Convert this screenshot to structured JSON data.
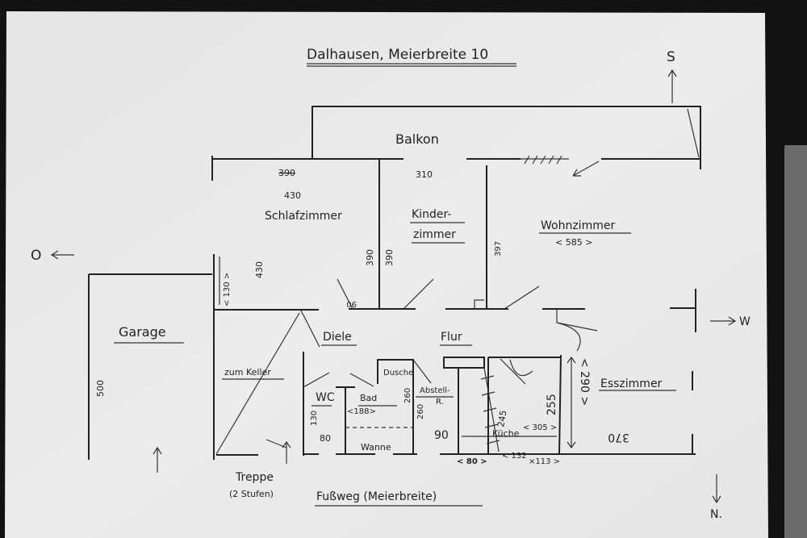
{
  "title": "Dalhausen, Meierbreite 10",
  "compass": {
    "south": "S",
    "east": "O",
    "west": "W",
    "north": "N."
  },
  "rooms": {
    "balkon": "Balkon",
    "schlafzimmer": "Schlafzimmer",
    "kinderzimmer_1": "Kinder-",
    "kinderzimmer_2": "zimmer",
    "wohnzimmer": "Wohnzimmer",
    "garage": "Garage",
    "diele": "Diele",
    "flur": "Flur",
    "zum_keller": "zum Keller",
    "wc": "WC",
    "bad": "Bad",
    "dusche": "Dusche",
    "abstell_1": "Abstell-",
    "abstell_2": "R.",
    "kueche": "Küche",
    "wanne": "Wanne",
    "esszimmer": "Esszimmer",
    "treppe": "Treppe",
    "treppe_note": "(2 Stufen)",
    "fussweg": "Fußweg (Meierbreite)"
  },
  "dimensions": {
    "schlaf_old": "390",
    "schlaf_width": "430",
    "kinder_width": "310",
    "schlaf_depth_old": "430",
    "schlaf_130": "< 130 >",
    "schlaf_depth": "390",
    "kinder_depth": "390",
    "door_90": "90",
    "wohn_depth": "397",
    "wohn_width": "< 585 >",
    "garage_len": "500",
    "wc_130": "130",
    "wc_80": "80",
    "bad_188": "<188>",
    "bad_260a": "260",
    "bad_260b": "260",
    "abstell_90": "90",
    "kueche_245": "245",
    "kueche_255": "255",
    "kueche_305": "< 305 >",
    "ess_290": "< 290 >",
    "ess_370": "370",
    "bottom_80": "< 80 >",
    "bottom_132": "< 132",
    "bottom_113": "×113 >"
  }
}
